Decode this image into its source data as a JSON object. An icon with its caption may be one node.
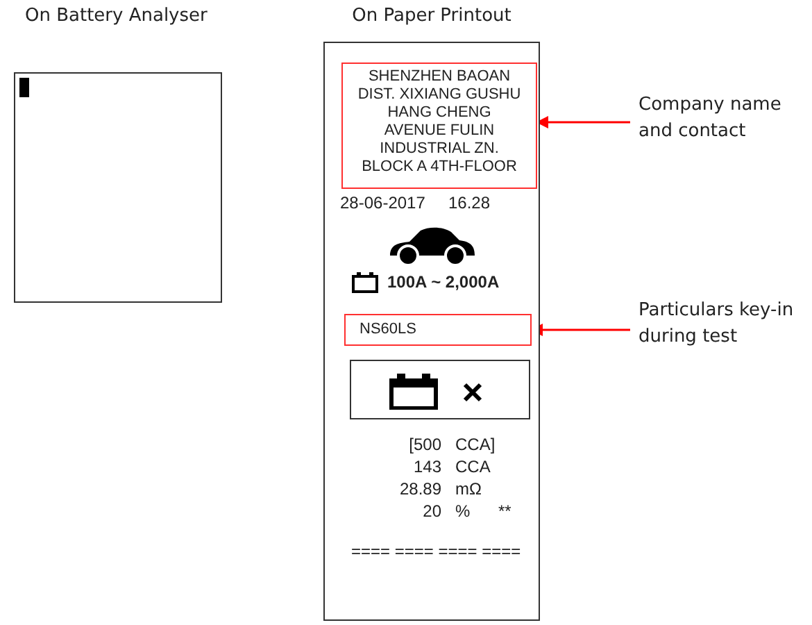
{
  "diagram": {
    "nodes": [
      {
        "text": [
          "On Battery Analyser"
        ]
      },
      {
        "text": [
          "On Paper Printout"
        ]
      },
      {
        "text": [
          "SHENZHEN BAOAN DIST. XIXIANG GUSHU HANG CHENG AVENUE FULIN INDUSTRIAL ZN. BLOCK A 4TH-FLOOR"
        ],
        "in": 1
      },
      {
        "text": [
          "NS60LS"
        ],
        "in": 1
      },
      {
        "text": [],
        "shape": "box",
        "in": 1
      },
      {
        "text": [
          "Company name and contact"
        ]
      },
      {
        "text": [
          "Particulars key-in during test"
        ]
      }
    ],
    "edges": [
      {
        "from": 5,
        "to": 2,
        "arrow": "to"
      },
      {
        "from": 6,
        "to": 3,
        "arrow": "to"
      }
    ],
    "labels": [
      "28-06-2017",
      "16.28",
      "100A ~ 2,000A",
      "[500",
      "CCA]",
      "143",
      "CCA",
      "28.89",
      "mΩ",
      "20",
      "%",
      "**",
      "==== ==== ==== ===="
    ]
  }
}
